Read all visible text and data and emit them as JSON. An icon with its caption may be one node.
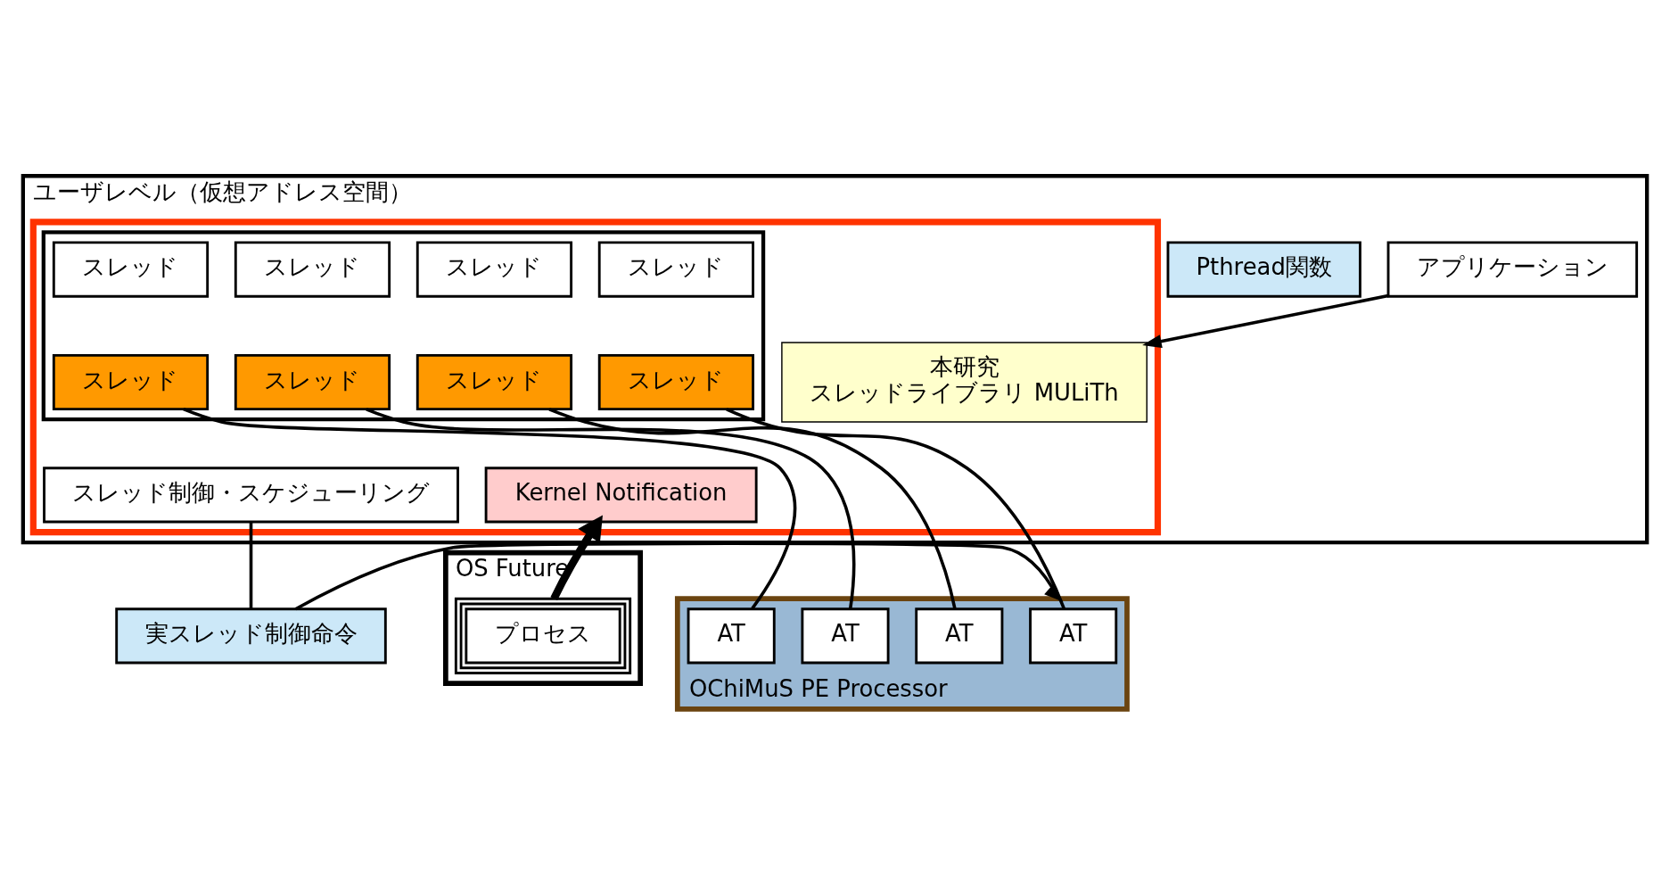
{
  "diagram": {
    "nodes": [
      {
        "text": [
          "ユーザレベル（仮想アドレス空間）"
        ]
      },
      {
        "text": [
          "Pthread関数"
        ],
        "in": 0
      },
      {
        "text": [
          "アプリケーション"
        ],
        "in": 0
      },
      {
        "text": [],
        "shape": "box",
        "in": 0
      },
      {
        "text": [],
        "shape": "box",
        "in": 3
      },
      {
        "text": [
          "スレッド"
        ],
        "in": 4
      },
      {
        "text": [
          "スレッド"
        ],
        "in": 4
      },
      {
        "text": [
          "スレッド"
        ],
        "in": 4
      },
      {
        "text": [
          "スレッド"
        ],
        "in": 4
      },
      {
        "text": [
          "スレッド"
        ],
        "in": 4
      },
      {
        "text": [
          "スレッド"
        ],
        "in": 4
      },
      {
        "text": [
          "スレッド"
        ],
        "in": 4
      },
      {
        "text": [
          "スレッド"
        ],
        "in": 4
      },
      {
        "text": [
          "スレッド制御・スケジューリング"
        ],
        "in": 3
      },
      {
        "text": [
          "本研究",
          "スレッドライブラリ MULiTh"
        ],
        "in": 3
      },
      {
        "text": [
          "Kernel Notification"
        ],
        "in": 3
      },
      {
        "text": [
          "OChiMuS PE Processor"
        ]
      },
      {
        "text": [
          "AT"
        ],
        "in": 16
      },
      {
        "text": [
          "AT"
        ],
        "in": 16
      },
      {
        "text": [
          "AT"
        ],
        "in": 16
      },
      {
        "text": [
          "AT"
        ],
        "in": 16
      },
      {
        "text": [
          "実スレッド制御命令"
        ]
      },
      {
        "text": [
          "OS Future"
        ]
      },
      {
        "text": [
          "プロセス"
        ],
        "in": 22
      }
    ],
    "edges": [
      {
        "from": 2,
        "to": 14,
        "arrow": "to"
      },
      {
        "from": 9,
        "to": 17,
        "arrow": "none"
      },
      {
        "from": 10,
        "to": 18,
        "arrow": "none"
      },
      {
        "from": 11,
        "to": 19,
        "arrow": "none"
      },
      {
        "from": 12,
        "to": 20,
        "arrow": "none"
      },
      {
        "from": 13,
        "to": 21,
        "arrow": "none"
      },
      {
        "from": 21,
        "to": 16,
        "arrow": "to"
      },
      {
        "from": 23,
        "to": 15,
        "arrow": "to",
        "style": "thick"
      }
    ]
  }
}
